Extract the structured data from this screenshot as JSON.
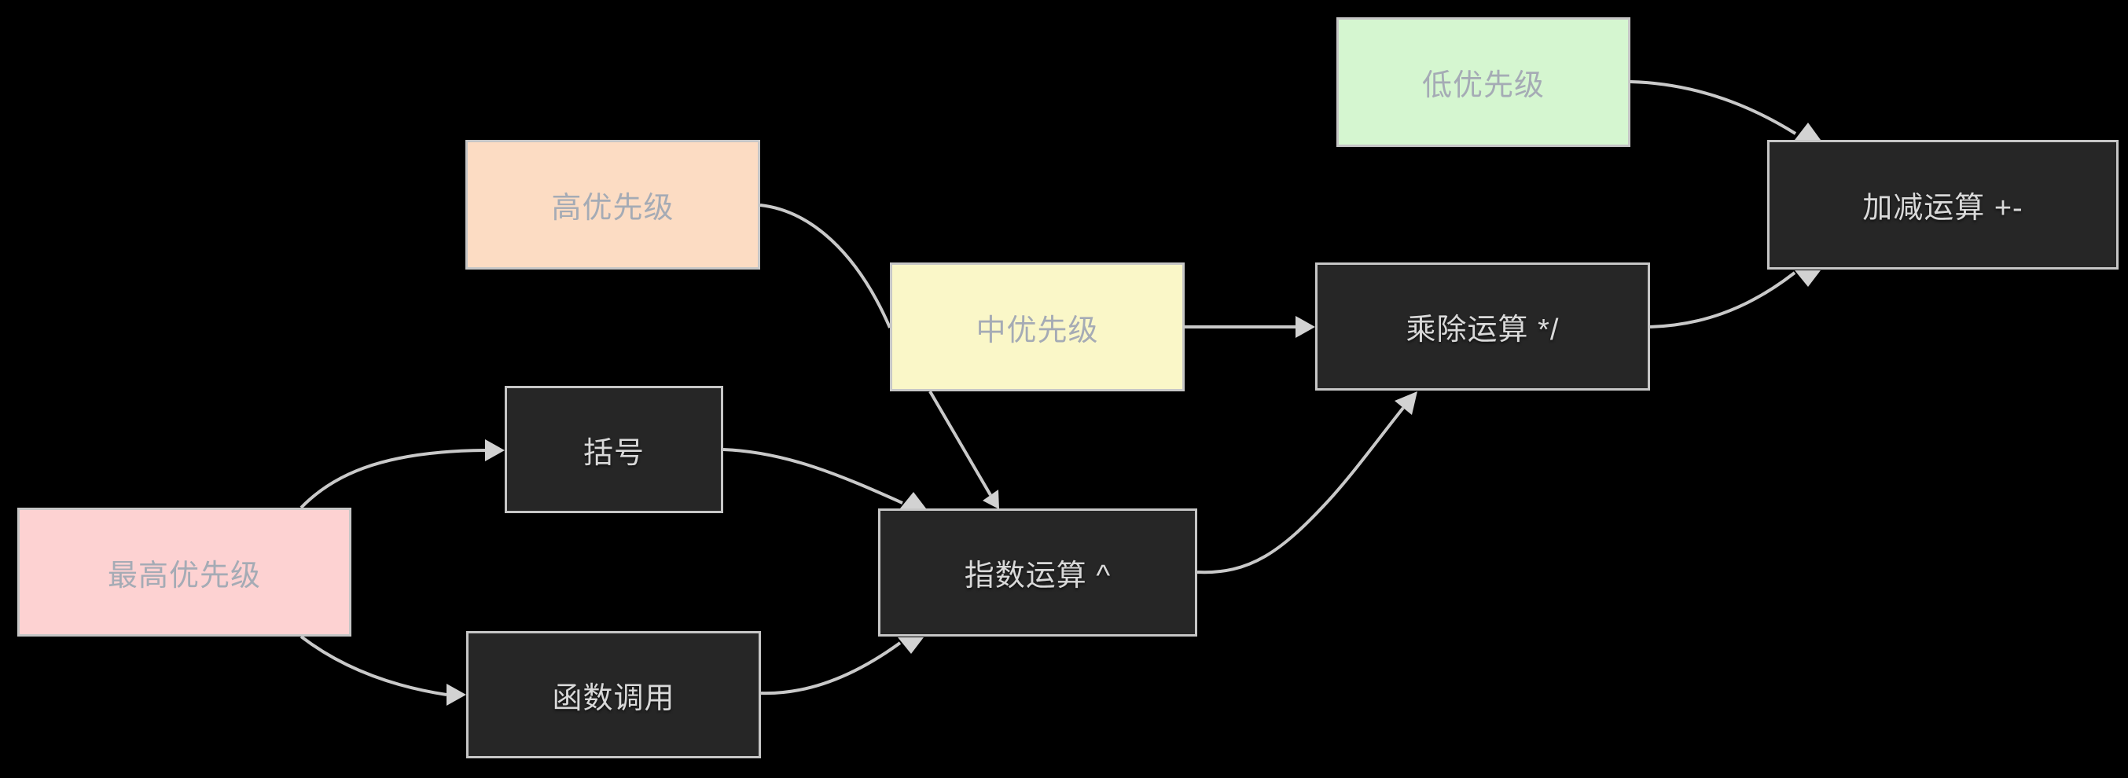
{
  "diagram": {
    "type": "flowchart",
    "background_color": "#000000",
    "edge_color": "#c9c9c9",
    "arrowhead_color": "#d2d2d2",
    "node_border_color": "#c6c6c6",
    "nodes": [
      {
        "id": "low-priority",
        "label": "低优先级",
        "fill": "#d5f6d0",
        "text_color": "#a5abb5"
      },
      {
        "id": "add-sub",
        "label": "加减运算 +-",
        "fill": "#262626",
        "text_color": "#d9d9d9"
      },
      {
        "id": "high-priority",
        "label": "高优先级",
        "fill": "#fcdcc3",
        "text_color": "#a5abb5"
      },
      {
        "id": "mid-priority",
        "label": "中优先级",
        "fill": "#faf7c8",
        "text_color": "#a5abb5"
      },
      {
        "id": "mul-div",
        "label": "乘除运算 */",
        "fill": "#262626",
        "text_color": "#d9d9d9"
      },
      {
        "id": "parens",
        "label": "括号",
        "fill": "#262626",
        "text_color": "#d9d9d9"
      },
      {
        "id": "highest-priority",
        "label": "最高优先级",
        "fill": "#fdd2d2",
        "text_color": "#a5abb5"
      },
      {
        "id": "exponent",
        "label": "指数运算 ^",
        "fill": "#262626",
        "text_color": "#d9d9d9"
      },
      {
        "id": "func-call",
        "label": "函数调用",
        "fill": "#262626",
        "text_color": "#d9d9d9"
      }
    ],
    "edges": [
      {
        "from": "low-priority",
        "to": "add-sub",
        "arrowhead": true
      },
      {
        "from": "high-priority",
        "to": "mid-priority",
        "arrowhead": false
      },
      {
        "from": "mid-priority",
        "to": "mul-div",
        "arrowhead": true
      },
      {
        "from": "mid-priority",
        "to": "exponent",
        "arrowhead": true
      },
      {
        "from": "highest-priority",
        "to": "parens",
        "arrowhead": true
      },
      {
        "from": "highest-priority",
        "to": "func-call",
        "arrowhead": true
      },
      {
        "from": "parens",
        "to": "exponent",
        "arrowhead": true
      },
      {
        "from": "func-call",
        "to": "exponent",
        "arrowhead": true
      },
      {
        "from": "exponent",
        "to": "mul-div",
        "arrowhead": true
      },
      {
        "from": "mul-div",
        "to": "add-sub",
        "arrowhead": true
      }
    ]
  }
}
